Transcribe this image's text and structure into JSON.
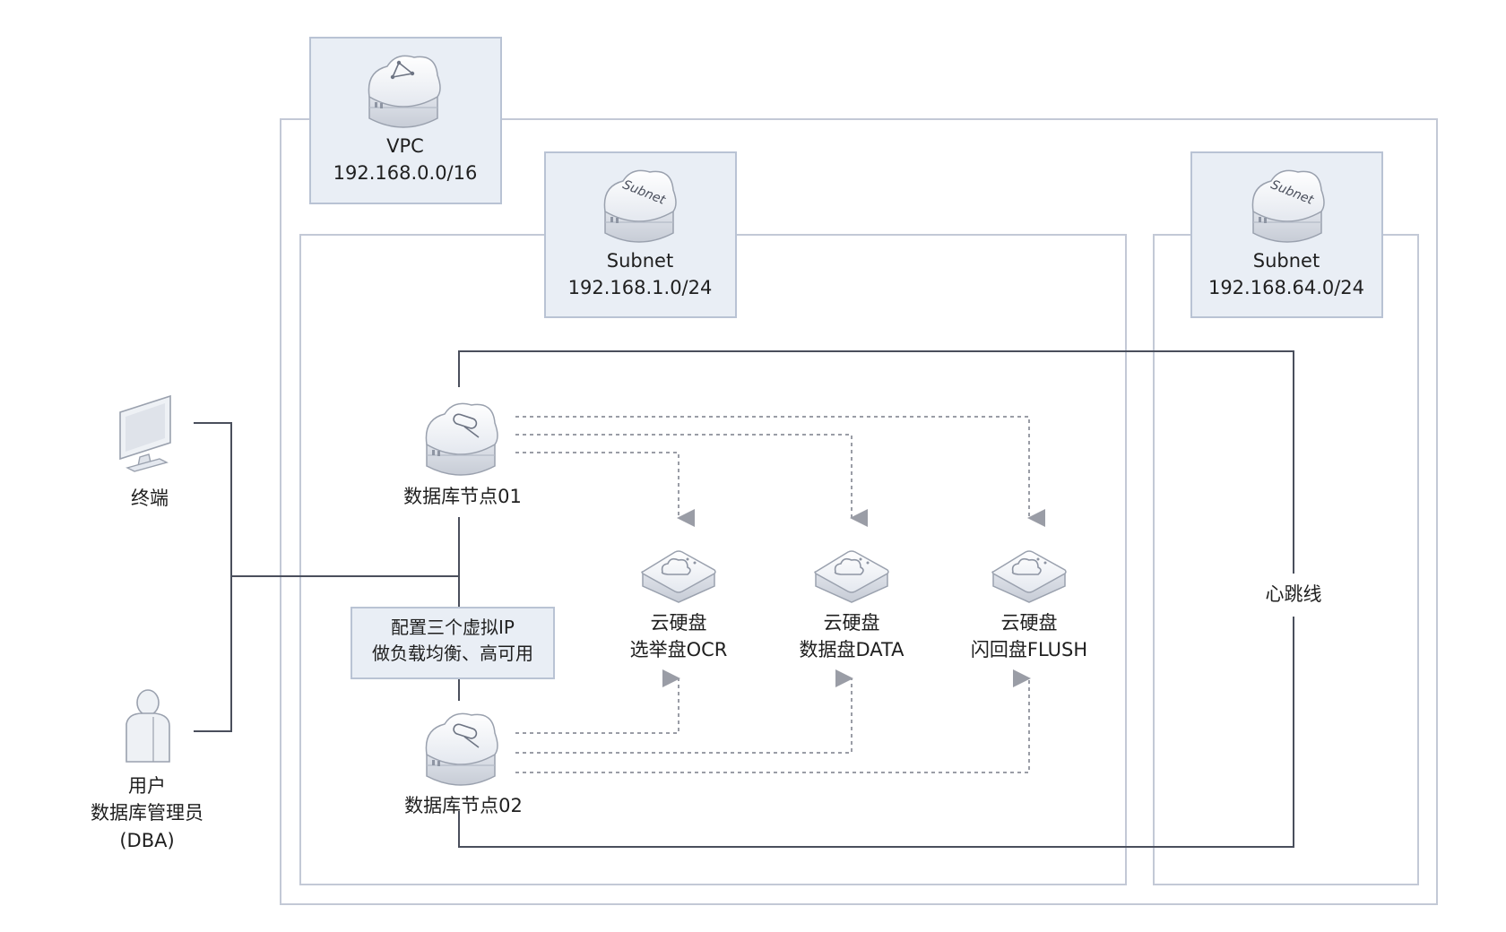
{
  "vpc": {
    "name": "VPC",
    "cidr": "192.168.0.0/16"
  },
  "subnets": [
    {
      "name": "Subnet",
      "cidr": "192.168.1.0/24",
      "icon_text": "Subnet"
    },
    {
      "name": "Subnet",
      "cidr": "192.168.64.0/24",
      "icon_text": "Subnet"
    }
  ],
  "clients": {
    "terminal": {
      "label": "终端",
      "icon": "monitor-icon"
    },
    "user": {
      "label_line1": "用户",
      "label_line2": "数据库管理员",
      "label_line3": "(DBA)",
      "icon": "person-icon"
    }
  },
  "nodes": [
    {
      "label": "数据库节点01",
      "icon": "server-icon"
    },
    {
      "label": "数据库节点02",
      "icon": "server-icon"
    }
  ],
  "vip_note": {
    "line1": "配置三个虚拟IP",
    "line2": "做负载均衡、高可用"
  },
  "disks": [
    {
      "line1": "云硬盘",
      "line2": "选举盘OCR",
      "icon": "cloud-disk-icon"
    },
    {
      "line1": "云硬盘",
      "line2": "数据盘DATA",
      "icon": "cloud-disk-icon"
    },
    {
      "line1": "云硬盘",
      "line2": "闪回盘FLUSH",
      "icon": "cloud-disk-icon"
    }
  ],
  "heartbeat": {
    "label": "心跳线"
  },
  "colors": {
    "frame": "#c3c9d6",
    "box_fill": "#e9eef5",
    "line": "#4a4f5c",
    "dashed": "#9a9da6"
  }
}
